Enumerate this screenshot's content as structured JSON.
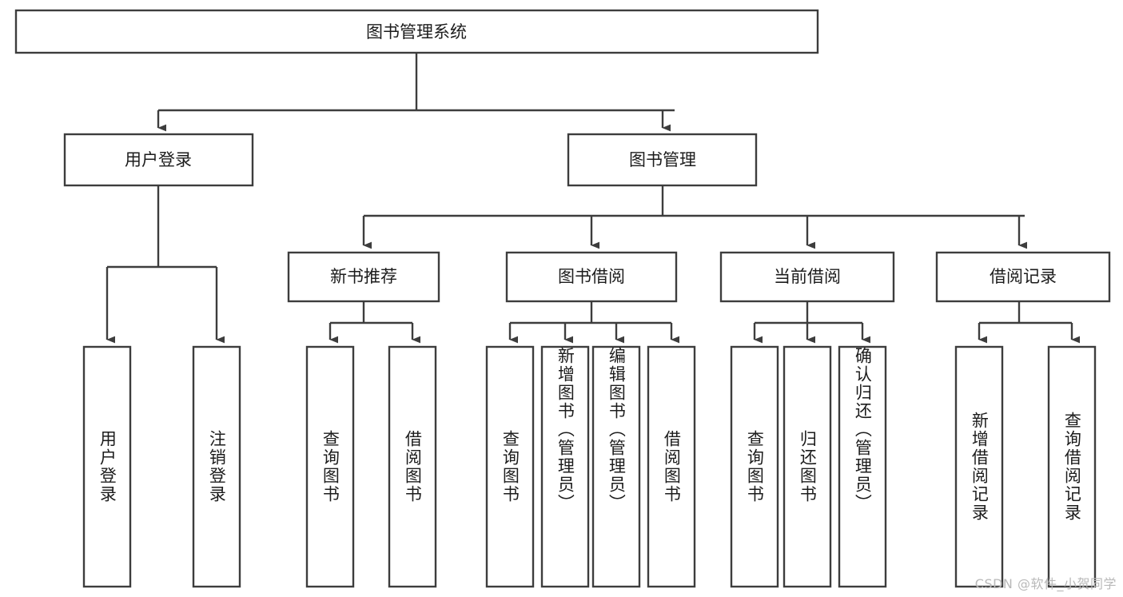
{
  "diagram": {
    "type": "tree",
    "title": "图书管理系统",
    "watermark": "CSDN @软件_小贺同学",
    "colors": {
      "stroke": "#3d3d3d",
      "fill": "#ffffff",
      "text": "#1c1c1c",
      "watermark": "#b9b9b9"
    },
    "nodes": {
      "root": {
        "label": "图书管理系统"
      },
      "level2": [
        {
          "label": "用户登录"
        },
        {
          "label": "图书管理"
        }
      ],
      "level3": [
        {
          "label": "新书推荐"
        },
        {
          "label": "图书借阅"
        },
        {
          "label": "当前借阅"
        },
        {
          "label": "借阅记录"
        }
      ],
      "leaves": {
        "user_login": [
          {
            "label": "用户登录"
          },
          {
            "label": "注销登录"
          }
        ],
        "new_book": [
          {
            "label": "查询图书"
          },
          {
            "label": "借阅图书"
          }
        ],
        "book_borrow": [
          {
            "label": "查询图书"
          },
          {
            "label": "新增图书（管理员）"
          },
          {
            "label": "编辑图书（管理员）"
          },
          {
            "label": "借阅图书"
          }
        ],
        "current_borrow": [
          {
            "label": "查询图书"
          },
          {
            "label": "归还图书"
          },
          {
            "label": "确认归还（管理员）"
          }
        ],
        "borrow_record": [
          {
            "label": "新增借阅记录"
          },
          {
            "label": "查询借阅记录"
          }
        ]
      }
    }
  }
}
